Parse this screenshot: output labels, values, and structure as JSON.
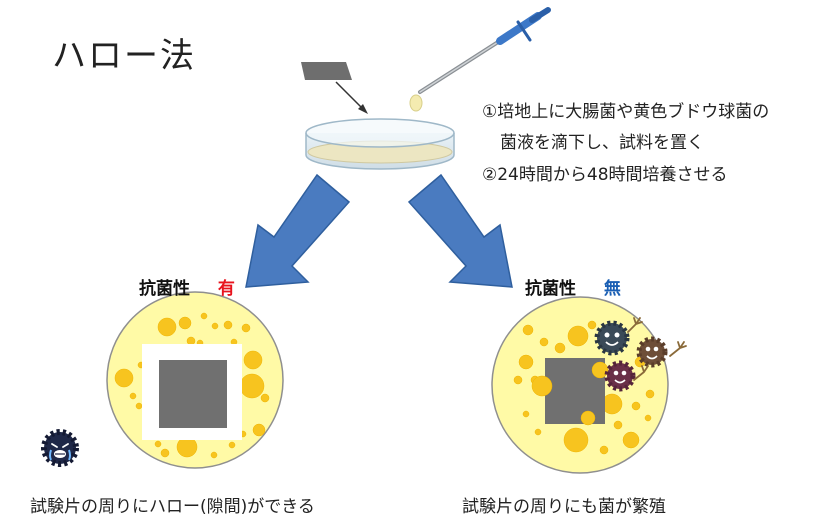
{
  "title": "ハロー法",
  "steps": [
    "①培地上に大腸菌や黄色ブドウ球菌の",
    "菌液を滴下し、試料を置く",
    "②24時間から48時間培養させる"
  ],
  "left_result": {
    "heading": "抗菌性",
    "value": "有",
    "value_color": "#e8141e",
    "caption": "試験片の周りにハロー(隙間)ができる"
  },
  "right_result": {
    "heading": "抗菌性",
    "value": "無",
    "value_color": "#1a5fb4",
    "caption": "試験片の周りにも菌が繁殖"
  },
  "colors": {
    "arrow": "#4a7bc0",
    "agar": "#fffaa6",
    "colony": "#f7c41f",
    "sample": "#707070"
  },
  "icons": [
    "pipette-icon",
    "sample-sheet-icon",
    "petri-dish-icon",
    "bacteria-dead-icon",
    "bacteria-alive-icon"
  ]
}
